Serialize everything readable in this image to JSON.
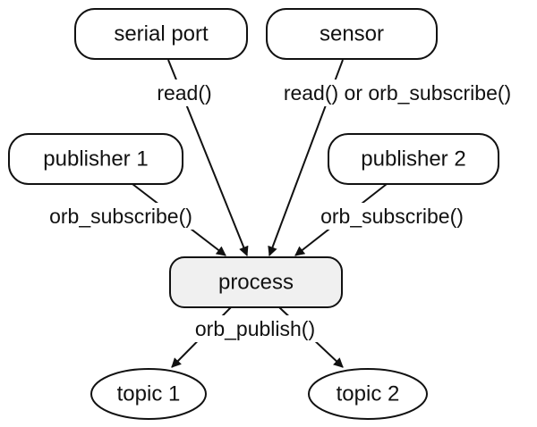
{
  "diagram": {
    "nodes": {
      "serial_port": {
        "label": "serial port"
      },
      "sensor": {
        "label": "sensor"
      },
      "publisher_1": {
        "label": "publisher 1"
      },
      "publisher_2": {
        "label": "publisher 2"
      },
      "process": {
        "label": "process"
      },
      "topic_1": {
        "label": "topic 1"
      },
      "topic_2": {
        "label": "topic 2"
      }
    },
    "edges": {
      "serial_read": {
        "label": "read()"
      },
      "sensor_read": {
        "label": "read() or orb_subscribe()"
      },
      "pub1_subscribe": {
        "label": "orb_subscribe()"
      },
      "pub2_subscribe": {
        "label": "orb_subscribe()"
      },
      "publish": {
        "label": "orb_publish()"
      }
    }
  }
}
